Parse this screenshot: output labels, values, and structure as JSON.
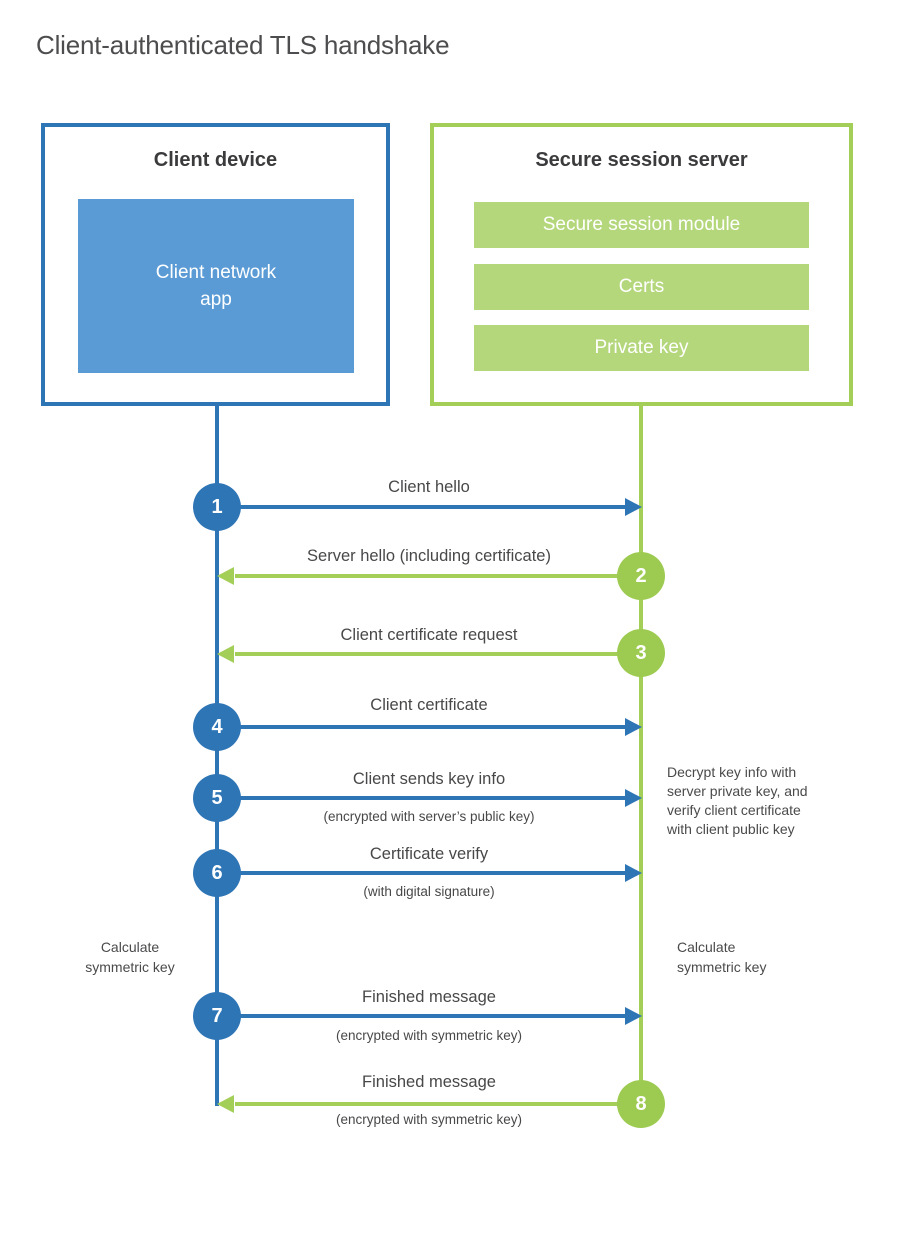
{
  "title": "Client-authenticated TLS handshake",
  "client_box": {
    "title": "Client device",
    "app_label": "Client network app"
  },
  "server_box": {
    "title": "Secure session server",
    "modules": [
      "Secure session module",
      "Certs",
      "Private key"
    ]
  },
  "steps": [
    {
      "num": "1",
      "from": "client",
      "label": "Client hello",
      "sub": ""
    },
    {
      "num": "2",
      "from": "server",
      "label": "Server hello (including certificate)",
      "sub": ""
    },
    {
      "num": "3",
      "from": "server",
      "label": "Client certificate request",
      "sub": ""
    },
    {
      "num": "4",
      "from": "client",
      "label": "Client certificate",
      "sub": ""
    },
    {
      "num": "5",
      "from": "client",
      "label": "Client sends key info",
      "sub": "(encrypted with server’s public key)"
    },
    {
      "num": "6",
      "from": "client",
      "label": "Certificate verify",
      "sub": "(with digital signature)"
    },
    {
      "num": "7",
      "from": "client",
      "label": "Finished message",
      "sub": "(encrypted with symmetric key)"
    },
    {
      "num": "8",
      "from": "server",
      "label": "Finished message",
      "sub": "(encrypted with symmetric key)"
    }
  ],
  "annotations": {
    "decrypt_note": "Decrypt key info with server private key, and verify client certificate with client public key",
    "calculate_left": "Calculate symmetric key",
    "calculate_right": "Calculate symmetric key"
  },
  "colors": {
    "blue": "#2e75b6",
    "blue_fill": "#5b9bd5",
    "green_border": "#a3ce58",
    "green_fill": "#b4d77c",
    "green_circle": "#9dcb51",
    "text": "#48484a"
  }
}
